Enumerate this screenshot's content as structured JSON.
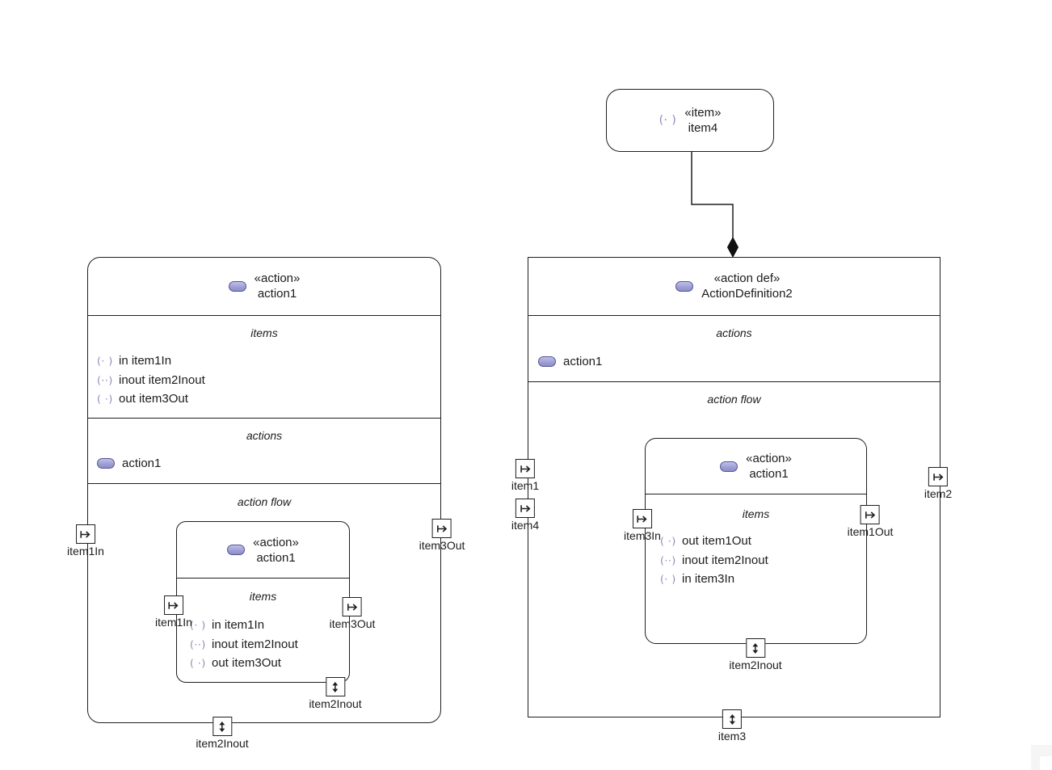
{
  "colors": {
    "line": "#1f1f1f",
    "accent_fill": "#9d9dd4",
    "accent_border": "#54548e",
    "direction_icon": "#8a8ab8",
    "watermark": "#f5f5f5"
  },
  "item4_box": {
    "stereotype": "«item»",
    "name": "item4",
    "glyph": "(· )"
  },
  "left_block": {
    "stereotype": "«action»",
    "name": "action1",
    "items_label": "items",
    "items": [
      {
        "dir": "in",
        "glyph": "(· )",
        "text": "in item1In"
      },
      {
        "dir": "inout",
        "glyph": "(··)",
        "text": "inout item2Inout"
      },
      {
        "dir": "out",
        "glyph": "( ·)",
        "text": "out item3Out"
      }
    ],
    "actions_label": "actions",
    "action_ref": "action1",
    "action_flow_label": "action flow",
    "ports": [
      {
        "label": "item1In",
        "side": "left"
      },
      {
        "label": "item3Out",
        "side": "right"
      },
      {
        "label": "item2Inout",
        "side": "bottom"
      }
    ],
    "inner": {
      "stereotype": "«action»",
      "name": "action1",
      "items_label": "items",
      "items": [
        {
          "dir": "in",
          "glyph": "(· )",
          "text": "in item1In"
        },
        {
          "dir": "inout",
          "glyph": "(··)",
          "text": "inout item2Inout"
        },
        {
          "dir": "out",
          "glyph": "( ·)",
          "text": "out item3Out"
        }
      ],
      "ports": [
        {
          "label": "item1In",
          "side": "left"
        },
        {
          "label": "item3Out",
          "side": "right"
        },
        {
          "label": "item2Inout",
          "side": "bottom"
        }
      ]
    }
  },
  "right_block": {
    "stereotype": "«action def»",
    "name": "ActionDefinition2",
    "actions_label": "actions",
    "action_ref": "action1",
    "action_flow_label": "action flow",
    "ports": [
      {
        "label": "item1",
        "side": "left"
      },
      {
        "label": "item4",
        "side": "left"
      },
      {
        "label": "item2",
        "side": "right"
      },
      {
        "label": "item3",
        "side": "bottom"
      }
    ],
    "inner": {
      "stereotype": "«action»",
      "name": "action1",
      "items_label": "items",
      "items": [
        {
          "dir": "out",
          "glyph": "( ·)",
          "text": "out item1Out"
        },
        {
          "dir": "inout",
          "glyph": "(··)",
          "text": "inout item2Inout"
        },
        {
          "dir": "in",
          "glyph": "(· )",
          "text": "in item3In"
        }
      ],
      "ports": [
        {
          "label": "item3In",
          "side": "left"
        },
        {
          "label": "item1Out",
          "side": "right"
        },
        {
          "label": "item2Inout",
          "side": "bottom"
        }
      ]
    }
  }
}
